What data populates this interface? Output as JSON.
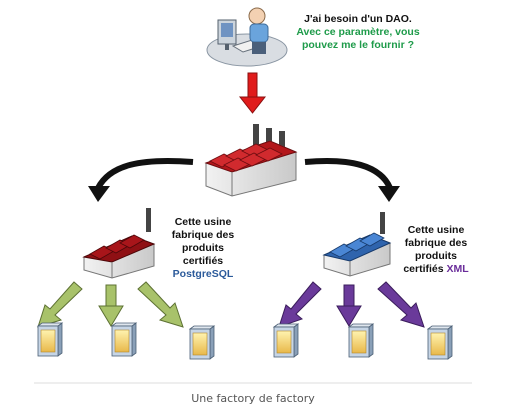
{
  "request": {
    "line1": "J'ai besoin d'un DAO.",
    "line2": "Avec ce paramètre, vous",
    "line3": "pouvez me le fournir ?"
  },
  "left_factory_label": {
    "line1": "Cette usine",
    "line2": "fabrique des",
    "line3": "produits",
    "line4": "certifiés",
    "line5": "PostgreSQL"
  },
  "right_factory_label": {
    "line1": "Cette usine",
    "line2": "fabrique des",
    "line3": "produits",
    "line4_prefix": "certifiés ",
    "line4_highlight": "XML"
  },
  "caption": "Une factory de factory",
  "colors": {
    "request_green": "#1e9b4a",
    "postgres_blue": "#2b5a9a",
    "xml_purple": "#6a2d9a",
    "red_arrow": "#e01b1b",
    "black_arrow": "#111111",
    "green_arrow": "#a8c26a",
    "purple_arrow": "#6a3a9a",
    "roof_red": "#b3171b",
    "roof_blue": "#3a78c8"
  }
}
